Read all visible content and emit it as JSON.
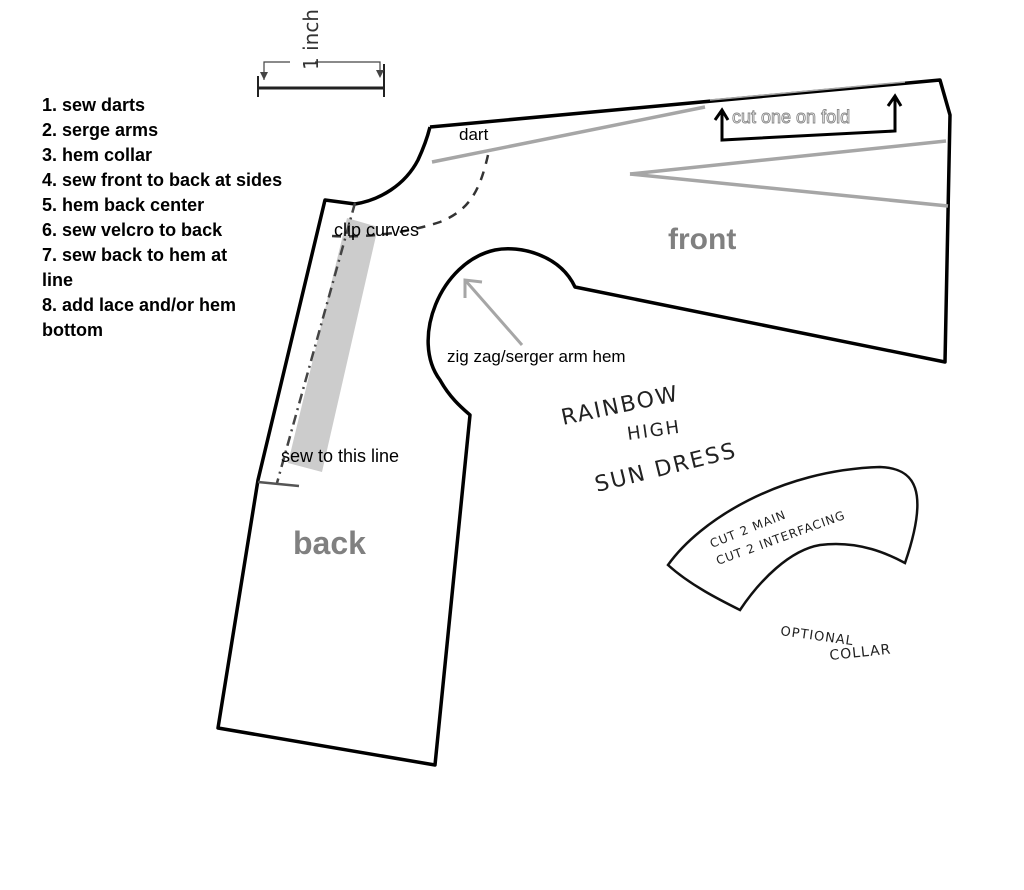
{
  "scale_label": "1 inch",
  "steps": [
    "1. sew darts",
    "2. serge arms",
    "3. hem collar",
    "4. sew front to back at sides",
    "5. hem back center",
    "6. sew velcro to back",
    "7. sew back to hem at\nline",
    "8. add lace and/or hem\nbottom"
  ],
  "labels": {
    "dart": "dart",
    "cut_on_fold": "cut one on fold",
    "clip_curves": "clip curves",
    "front": "front",
    "back": "back",
    "arm_hem": "zig zag/serger arm hem",
    "sew_line": "sew to this line"
  },
  "title": [
    "RAINBOW",
    "HIGH",
    "SUN DRESS"
  ],
  "collar": {
    "line1": "CUT 2 MAIN",
    "line2": "CUT 2 INTERFACING",
    "caption1": "OPTIONAL",
    "caption2": "COLLAR"
  },
  "colors": {
    "outline": "#000000",
    "guide": "#a6a6a6",
    "piece_label": "#808080",
    "velcro": "#cccccc"
  }
}
